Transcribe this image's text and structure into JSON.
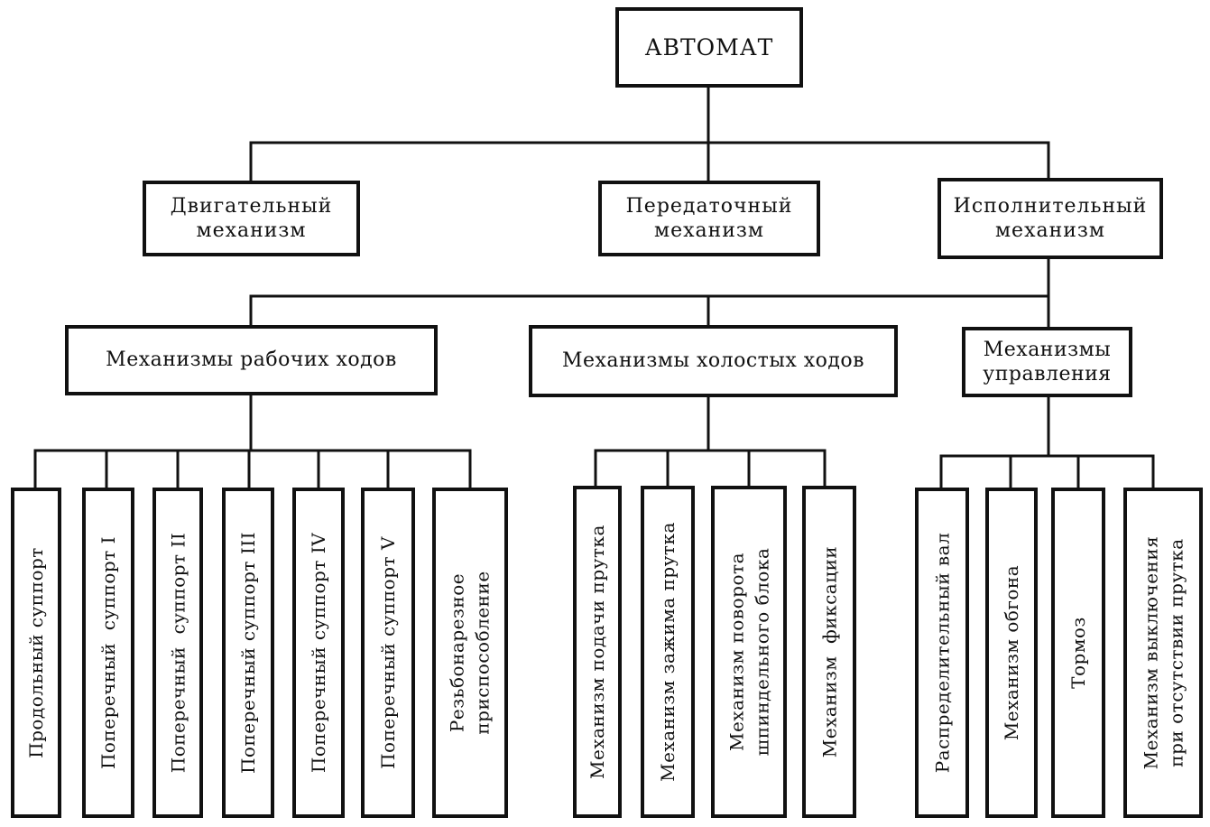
{
  "diagram": {
    "root": "АВТОМАТ",
    "level1": [
      "Двигательный\nмеханизм",
      "Передаточный\nмеханизм",
      "Исполнительный\nмеханизм"
    ],
    "level2": [
      "Механизмы  рабочих ходов",
      "Механизмы  холостых ходов",
      "Механизмы\nуправления"
    ],
    "working_leaves": [
      "Продольный суппорт",
      "Поперечный  суппорт I",
      "Поперечный  суппорт II",
      "Поперечный суппорт III",
      "Поперечный суппорт IV",
      "Поперечный суппорт V",
      "Резьбонарезное\nприспособление"
    ],
    "idle_leaves": [
      "Механизм подачи прутка",
      "Механизм зажима прутка",
      "Механизм поворота\nшпиндельного блока",
      "Механизм  фиксации"
    ],
    "control_leaves": [
      "Распределительный вал",
      "Механизм обгона",
      "Тормоз",
      "Механизм выключения\nпри отсутствии прутка"
    ]
  }
}
